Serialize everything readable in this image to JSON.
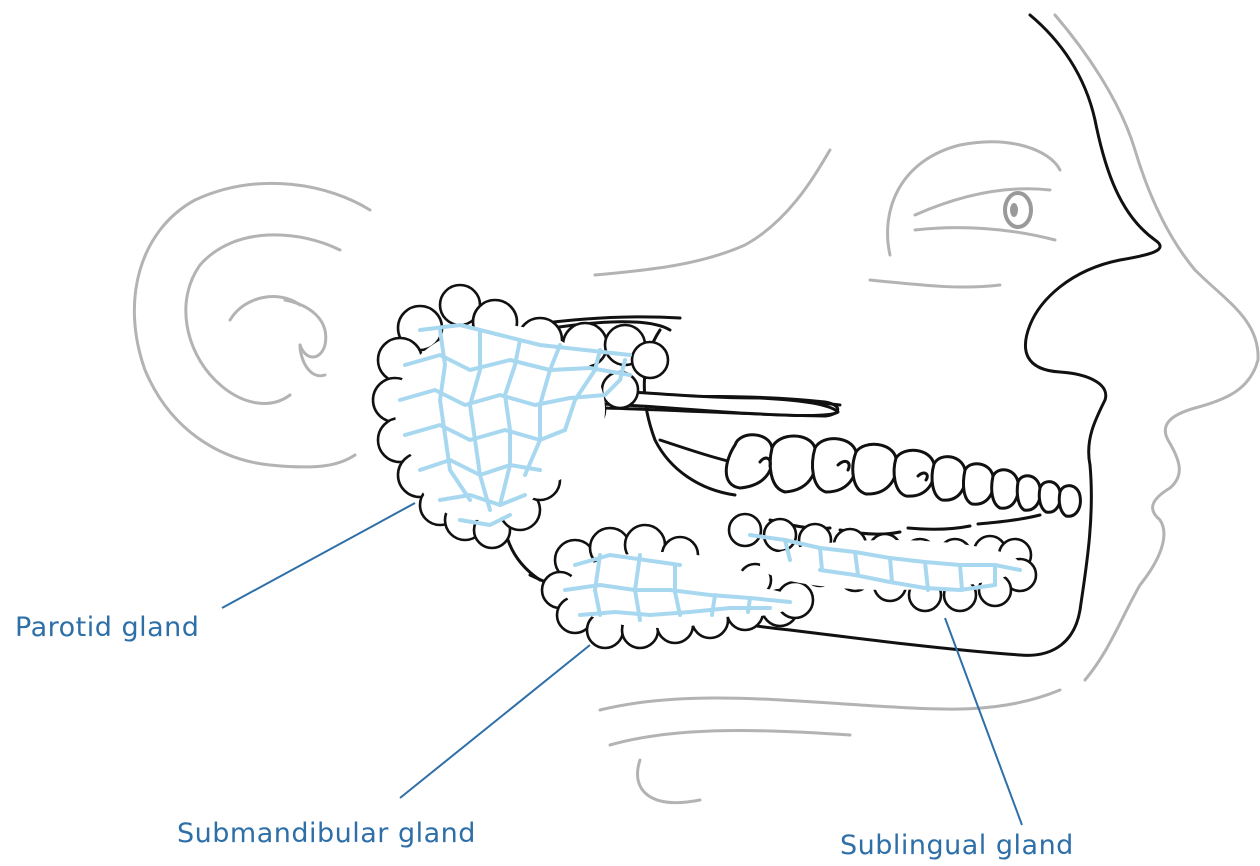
{
  "colors": {
    "outline_dark": "#111111",
    "outline_grey": "#b3b3b3",
    "gland_fill": "#a8d8f0",
    "label": "#2e6fa8"
  },
  "labels": {
    "parotid": "Parotid gland",
    "submandibular": "Submandibular gland",
    "sublingual": "Sublingual gland"
  }
}
